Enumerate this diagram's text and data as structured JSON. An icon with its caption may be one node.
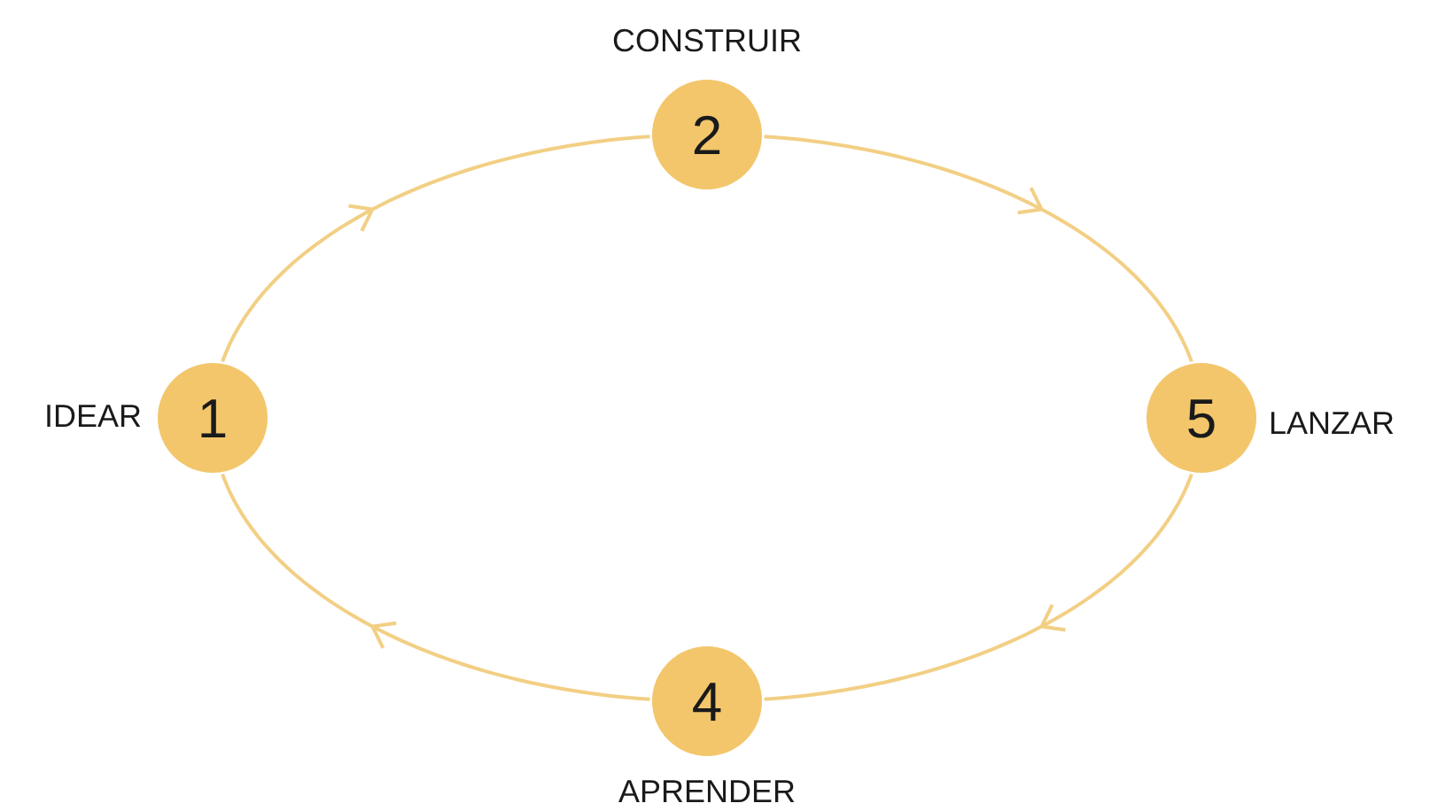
{
  "diagram": {
    "nodes": [
      {
        "text": [
          "1"
        ],
        "beside": [
          "IDEAR"
        ]
      },
      {
        "text": [
          "2"
        ],
        "beside": [
          "CONSTRUIR"
        ]
      },
      {
        "text": [
          "5"
        ],
        "beside": [
          "LANZAR"
        ]
      },
      {
        "text": [
          "4"
        ],
        "beside": [
          "APRENDER"
        ]
      }
    ],
    "edges": [
      {
        "from": 0,
        "to": 1,
        "arrow": "to"
      },
      {
        "from": 1,
        "to": 2,
        "arrow": "to"
      },
      {
        "from": 2,
        "to": 3,
        "arrow": "to"
      },
      {
        "from": 3,
        "to": 0,
        "arrow": "to"
      }
    ]
  }
}
